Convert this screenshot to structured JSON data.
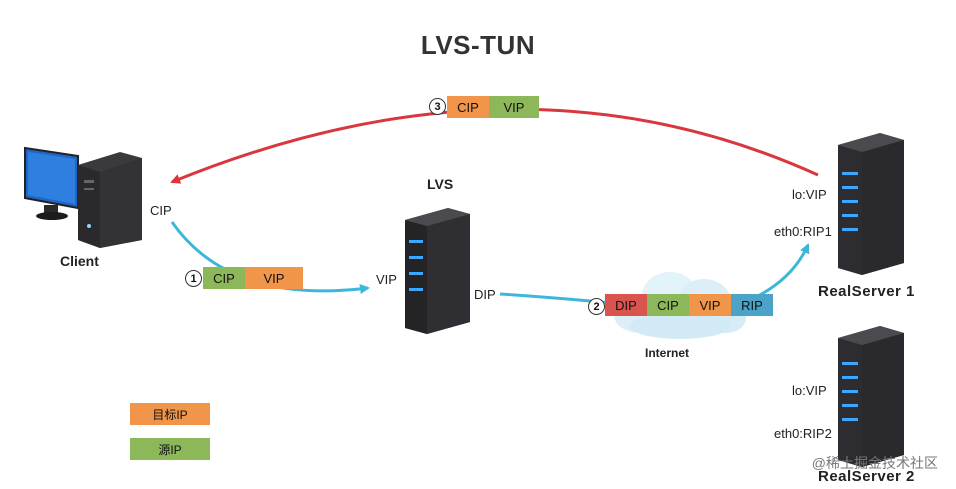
{
  "title": "LVS-TUN",
  "colors": {
    "dest_orange": "#F0954A",
    "src_green": "#8DB85A",
    "dip_red": "#D9534F",
    "rip_blue": "#4BA3C7",
    "return_arrow": "#D9363E",
    "forward_arrow": "#3DB7D9",
    "server_dark": "#2B2B2E"
  },
  "nodes": {
    "client": {
      "label": "Client",
      "ip": "CIP",
      "icon": "desktop-computer-icon"
    },
    "lvs": {
      "label": "LVS",
      "vip": "VIP",
      "dip": "DIP",
      "icon": "server-tower-icon"
    },
    "cloud": {
      "label": "Internet",
      "icon": "cloud-icon"
    },
    "rs1": {
      "label": "RealServer  1",
      "lo": "lo:VIP",
      "eth": "eth0:RIP1",
      "icon": "server-tower-icon"
    },
    "rs2": {
      "label": "RealServer  2",
      "lo": "lo:VIP",
      "eth": "eth0:RIP2",
      "icon": "server-tower-icon"
    }
  },
  "packets": {
    "p1": {
      "step": "1",
      "fields": [
        "CIP",
        "VIP"
      ]
    },
    "p2": {
      "step": "2",
      "fields": [
        "DIP",
        "CIP",
        "VIP",
        "RIP"
      ]
    },
    "p3": {
      "step": "3",
      "fields": [
        "CIP",
        "VIP"
      ]
    }
  },
  "legend": {
    "dest": "目标IP",
    "src": "源IP"
  },
  "watermark": "@稀土掘金技术社区"
}
